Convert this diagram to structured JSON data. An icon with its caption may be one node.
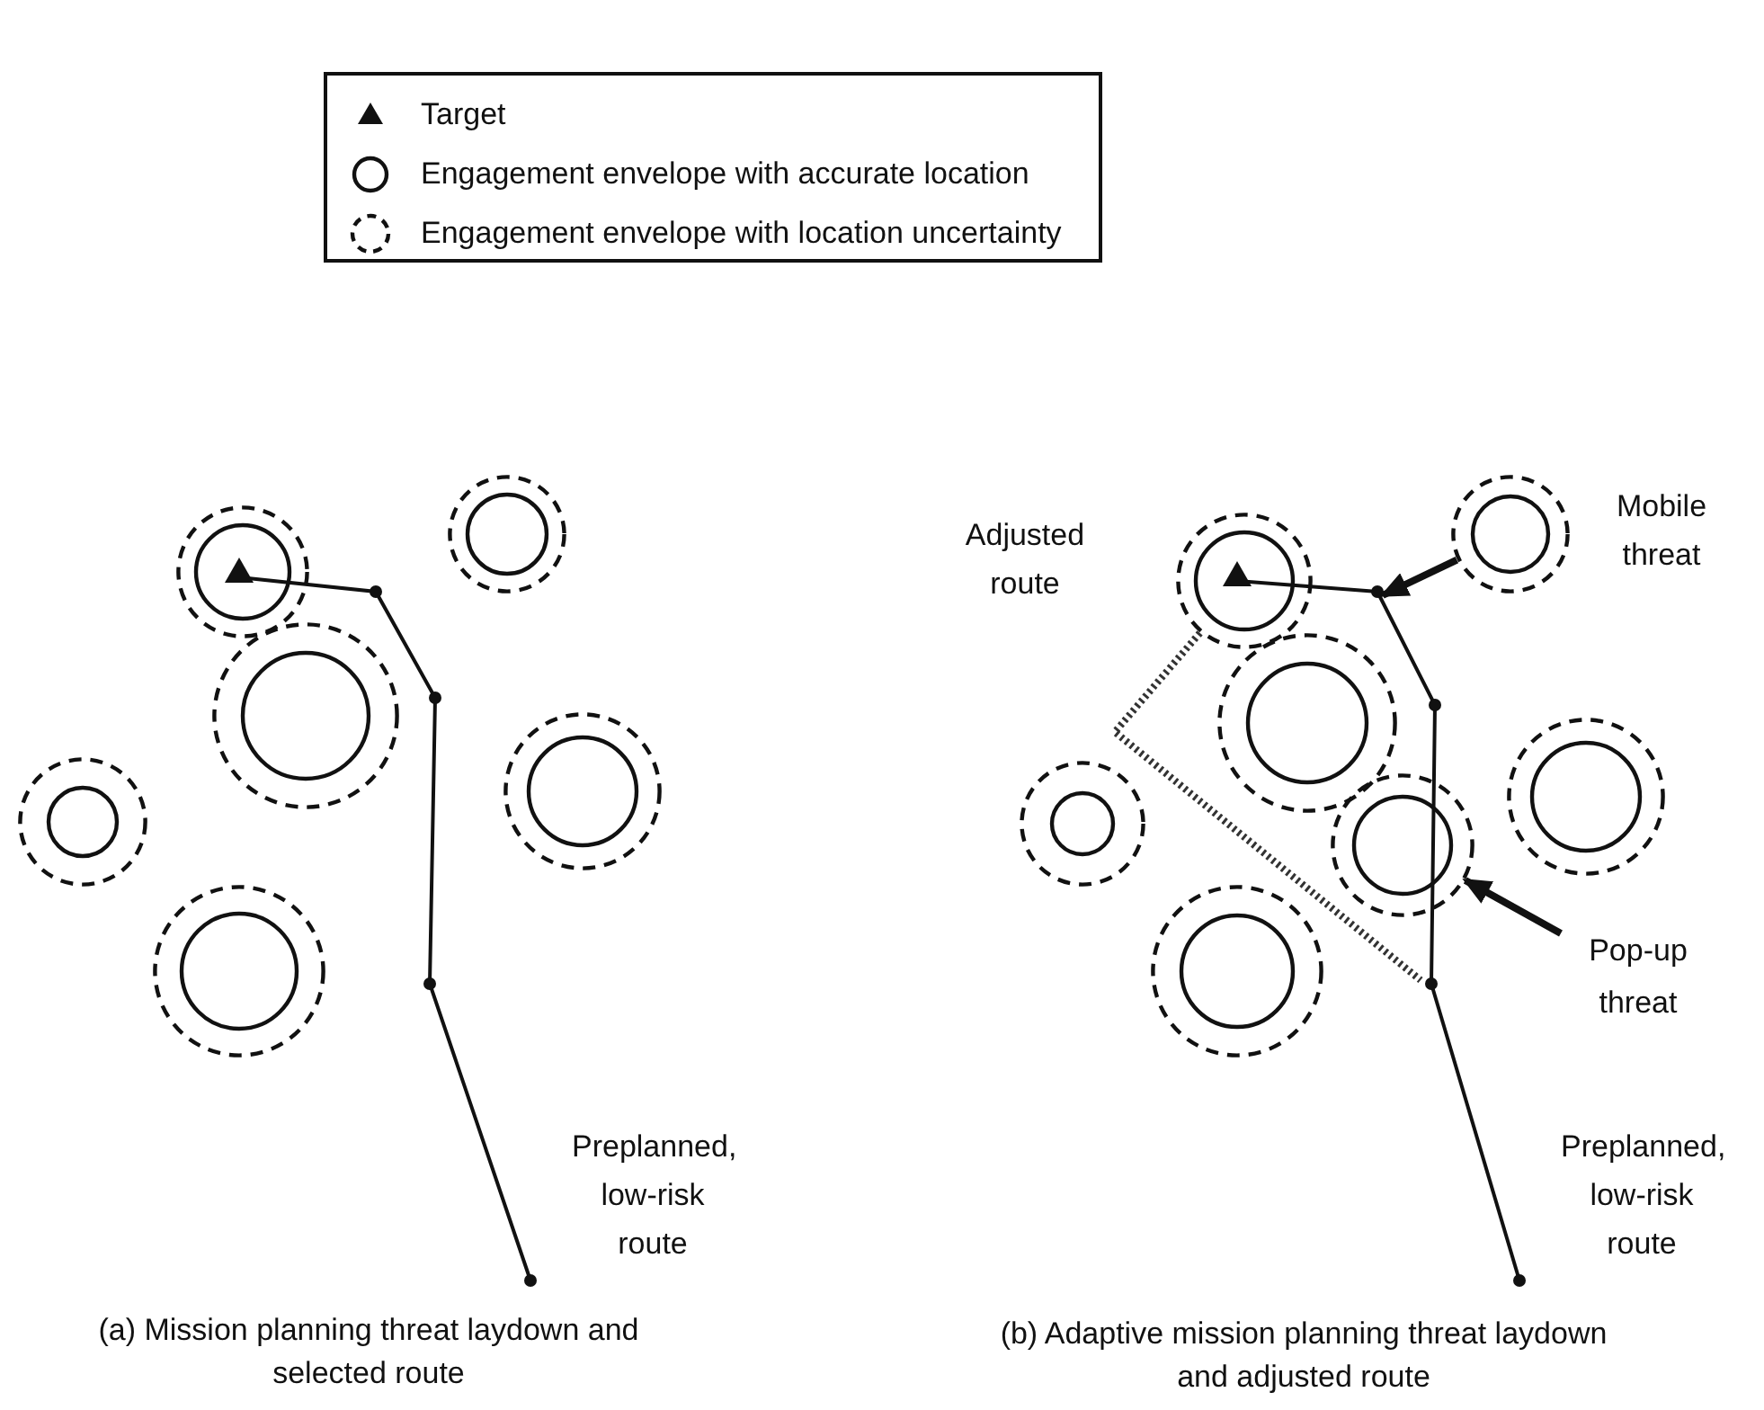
{
  "diagram": {
    "nodes": [
      {
        "text": [],
        "shape": "circle"
      },
      {
        "text": [],
        "shape": "circle"
      },
      {
        "text": [],
        "shape": "circle"
      },
      {
        "text": [],
        "shape": "circle"
      },
      {
        "text": [],
        "shape": "circle"
      },
      {
        "text": [],
        "shape": "circle"
      },
      {
        "text": [],
        "shape": "circle"
      },
      {
        "text": [],
        "shape": "circle",
        "beside": [
          "Mobile threat"
        ]
      },
      {
        "text": [],
        "shape": "circle"
      },
      {
        "text": [],
        "shape": "circle"
      },
      {
        "text": [],
        "shape": "circle"
      },
      {
        "text": [],
        "shape": "circle"
      },
      {
        "text": [
          "Pop-up threat"
        ]
      },
      {
        "text": [],
        "shape": "circle"
      },
      {
        "text": [],
        "shape": "line"
      }
    ],
    "edges": [
      {
        "from": 7,
        "to": 14,
        "arrow": "to"
      },
      {
        "from": 12,
        "to": 10,
        "arrow": "to"
      },
      {
        "from": 6,
        "to": 14,
        "arrow": "none",
        "style": "dashed"
      }
    ],
    "labels": [
      "Adjusted route",
      "Preplanned, low-risk route",
      "Preplanned, low-risk route",
      "(a)  Mission planning threat laydown and selected route",
      "(b)  Adaptive mission planning threat laydown and adjusted route"
    ],
    "legend": [
      {
        "text": "Target"
      },
      {
        "text": "Engagement envelope with accurate location"
      },
      {
        "text": "Engagement envelope with location uncertainty"
      }
    ]
  }
}
